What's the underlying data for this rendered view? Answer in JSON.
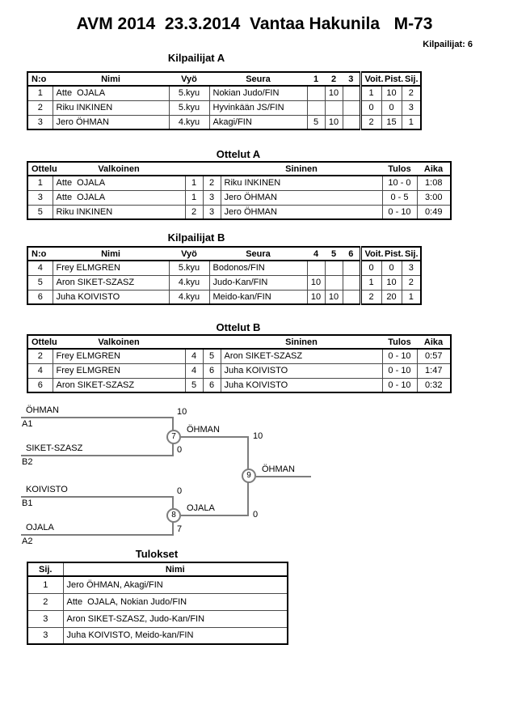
{
  "header": {
    "title": "AVM 2014  23.3.2014  Vantaa Hakunila   M-73",
    "competitors_label": "Kilpailijat: 6"
  },
  "kilpailijat_a": {
    "heading": "Kilpailijat A",
    "columns": [
      "N:o",
      "Nimi",
      "Vyö",
      "Seura",
      "1",
      "2",
      "3",
      "Voit.",
      "Pist.",
      "Sij."
    ],
    "rows": [
      {
        "no": "1",
        "nimi": "Atte  OJALA",
        "vyo": "5.kyu",
        "seura": "Nokian Judo/FIN",
        "m1": "",
        "m2": "10",
        "m3": "",
        "voit": "1",
        "pist": "10",
        "sij": "2"
      },
      {
        "no": "2",
        "nimi": "Riku INKINEN",
        "vyo": "5.kyu",
        "seura": "Hyvinkään JS/FIN",
        "m1": "",
        "m2": "",
        "m3": "",
        "voit": "0",
        "pist": "0",
        "sij": "3"
      },
      {
        "no": "3",
        "nimi": "Jero ÖHMAN",
        "vyo": "4.kyu",
        "seura": "Akagi/FIN",
        "m1": "5",
        "m2": "10",
        "m3": "",
        "voit": "2",
        "pist": "15",
        "sij": "1"
      }
    ]
  },
  "ottelut_a": {
    "heading": "Ottelut A",
    "columns": [
      "Ottelu",
      "Valkoinen",
      "Sininen",
      "Tulos",
      "Aika"
    ],
    "rows": [
      {
        "ottelu": "1",
        "valkoinen": "Atte  OJALA",
        "wno": "1",
        "bno": "2",
        "sininen": "Riku INKINEN",
        "tulos": "10 - 0",
        "aika": "1:08"
      },
      {
        "ottelu": "3",
        "valkoinen": "Atte  OJALA",
        "wno": "1",
        "bno": "3",
        "sininen": "Jero ÖHMAN",
        "tulos": "0 - 5",
        "aika": "3:00"
      },
      {
        "ottelu": "5",
        "valkoinen": "Riku INKINEN",
        "wno": "2",
        "bno": "3",
        "sininen": "Jero ÖHMAN",
        "tulos": "0 - 10",
        "aika": "0:49"
      }
    ]
  },
  "kilpailijat_b": {
    "heading": "Kilpailijat B",
    "columns": [
      "N:o",
      "Nimi",
      "Vyö",
      "Seura",
      "4",
      "5",
      "6",
      "Voit.",
      "Pist.",
      "Sij."
    ],
    "rows": [
      {
        "no": "4",
        "nimi": "Frey ELMGREN",
        "vyo": "5.kyu",
        "seura": "Bodonos/FIN",
        "m1": "",
        "m2": "",
        "m3": "",
        "voit": "0",
        "pist": "0",
        "sij": "3"
      },
      {
        "no": "5",
        "nimi": "Aron SIKET-SZASZ",
        "vyo": "4.kyu",
        "seura": "Judo-Kan/FIN",
        "m1": "10",
        "m2": "",
        "m3": "",
        "voit": "1",
        "pist": "10",
        "sij": "2"
      },
      {
        "no": "6",
        "nimi": "Juha KOIVISTO",
        "vyo": "4.kyu",
        "seura": "Meido-kan/FIN",
        "m1": "10",
        "m2": "10",
        "m3": "",
        "voit": "2",
        "pist": "20",
        "sij": "1"
      }
    ]
  },
  "ottelut_b": {
    "heading": "Ottelut B",
    "columns": [
      "Ottelu",
      "Valkoinen",
      "Sininen",
      "Tulos",
      "Aika"
    ],
    "rows": [
      {
        "ottelu": "2",
        "valkoinen": "Frey ELMGREN",
        "wno": "4",
        "bno": "5",
        "sininen": "Aron SIKET-SZASZ",
        "tulos": "0 - 10",
        "aika": "0:57"
      },
      {
        "ottelu": "4",
        "valkoinen": "Frey ELMGREN",
        "wno": "4",
        "bno": "6",
        "sininen": "Juha KOIVISTO",
        "tulos": "0 - 10",
        "aika": "1:47"
      },
      {
        "ottelu": "6",
        "valkoinen": "Aron SIKET-SZASZ",
        "wno": "5",
        "bno": "6",
        "sininen": "Juha KOIVISTO",
        "tulos": "0 - 10",
        "aika": "0:32"
      }
    ]
  },
  "bracket": {
    "semifinal_1": {
      "match_no": "7",
      "top": {
        "name": "ÖHMAN",
        "seed": "A1",
        "score": "10"
      },
      "bottom": {
        "name": "SIKET-SZASZ",
        "seed": "B2",
        "score": "0"
      },
      "winner": {
        "name": "ÖHMAN",
        "score": "10"
      }
    },
    "semifinal_2": {
      "match_no": "8",
      "top": {
        "name": "KOIVISTO",
        "seed": "B1",
        "score": "0"
      },
      "bottom": {
        "name": "OJALA",
        "seed": "A2",
        "score": "7"
      },
      "winner": {
        "name": "OJALA",
        "score": "0"
      }
    },
    "final": {
      "match_no": "9",
      "winner": {
        "name": "ÖHMAN"
      }
    }
  },
  "tulokset": {
    "heading": "Tulokset",
    "columns": [
      "Sij.",
      "Nimi"
    ],
    "rows": [
      {
        "sij": "1",
        "nimi": "Jero ÖHMAN, Akagi/FIN"
      },
      {
        "sij": "2",
        "nimi": "Atte  OJALA, Nokian Judo/FIN"
      },
      {
        "sij": "3",
        "nimi": "Aron SIKET-SZASZ, Judo-Kan/FIN"
      },
      {
        "sij": "3",
        "nimi": "Juha KOIVISTO, Meido-kan/FIN"
      }
    ]
  }
}
